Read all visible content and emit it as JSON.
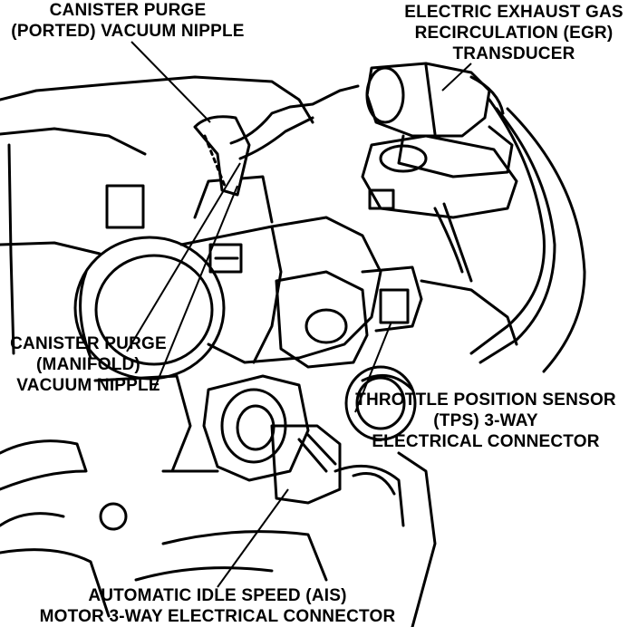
{
  "labels": {
    "canister_ported": [
      "CANISTER PURGE",
      "(PORTED) VACUUM NIPPLE"
    ],
    "egr_transducer": [
      "ELECTRIC EXHAUST GAS",
      "RECIRCULATION (EGR)",
      "TRANSDUCER"
    ],
    "canister_manifold": [
      "CANISTER PURGE",
      "(MANIFOLD)",
      "VACUUM NIPPLE"
    ],
    "tps_connector": [
      "THROTTLE POSITION SENSOR",
      "(TPS) 3-WAY",
      "ELECTRICAL CONNECTOR"
    ],
    "ais_connector": [
      "AUTOMATIC IDLE SPEED (AIS)",
      "MOTOR 3-WAY ELECTRICAL CONNECTOR"
    ]
  },
  "colors": {
    "ink": "#000000",
    "paper": "#ffffff"
  }
}
